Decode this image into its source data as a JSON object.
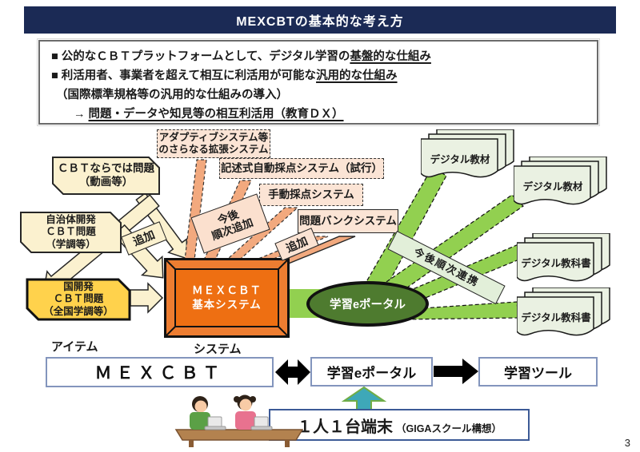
{
  "page_number": "3",
  "title": "MEXCBTの基本的な考え方",
  "summary": {
    "line1_pre": "■ 公的なＣＢＴプラットフォームとして、デジタル学習の",
    "line1_underline": "基盤的な仕組み",
    "line2_pre": "■ 利活用者、事業者を超えて相互に利活用が可能な",
    "line2_underline": "汎用的な仕組み",
    "line3": "（国際標準規格等の汎用的な仕組みの導入）",
    "line4_prefix": "→ ",
    "line4_underline": "問題・データや知見等の相互利活用（教育ＤＸ）"
  },
  "item_sources": {
    "cbt_unique": "ＣＢＴならでは問題\n（動画等）",
    "municipal": "自治体開発\nＣＢＴ問題\n（学調等）",
    "national": "国開発\nＣＢＴ問題\n（全国学調等）"
  },
  "future_systems": {
    "adaptive": "アダプティブシステム等\nのさらなる拡張システム",
    "auto_scoring": "記述式自動採点システム（試行）",
    "manual_scoring": "手動採点システム",
    "item_bank": "問題バンクシステム"
  },
  "flow_labels": {
    "add_left": "追加",
    "add_right": "追加",
    "future_add": "今後\n順次追加",
    "future_link": "今後順次連携"
  },
  "core": {
    "mexcbt_system": "ＭＥＸＣＢＴ\n基本システム",
    "portal": "学習eポータル"
  },
  "digital_contents": [
    {
      "label": "デジタル教材"
    },
    {
      "label": "デジタル教材"
    },
    {
      "label": "デジタル教科書"
    },
    {
      "label": "デジタル教科書"
    }
  ],
  "axis_labels": {
    "item": "アイテム",
    "system": "システム"
  },
  "bottom_row": {
    "mexcbt": "ＭＥＸＣＢＴ",
    "portal": "学習eポータル",
    "tool": "学習ツール"
  },
  "device": {
    "main": "１人１台端末",
    "sub": "（GIGAスクール構想）"
  },
  "colors": {
    "navy": "#1b2a55",
    "cream": "#fbf1cf",
    "gold": "#ffd24c",
    "pink_dashed": "#fbe4d5",
    "salmon_ray": "#f2a97e",
    "orange_frame": "#ed7d31",
    "orange_inner": "#ee6f12",
    "portal_green": "#4e7b2f",
    "ribbon_green": "#92d050",
    "light_green": "#e2efd9",
    "doc_fill": "#eaf1e2",
    "teal_arrow": "#3ea8b8"
  }
}
